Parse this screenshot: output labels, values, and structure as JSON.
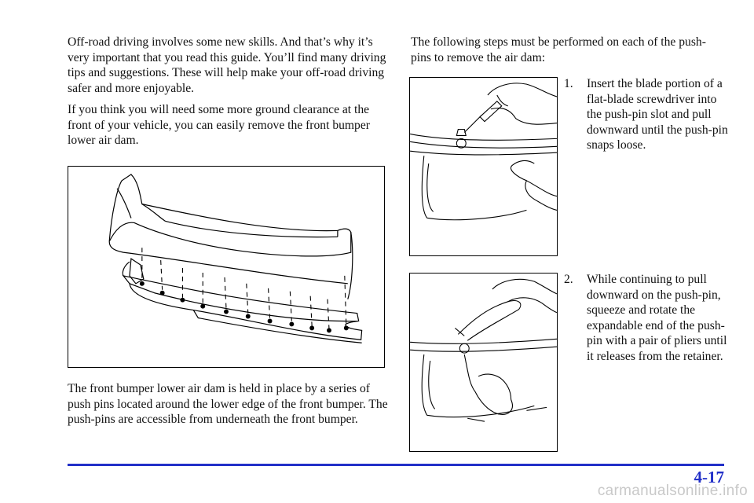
{
  "left_column": {
    "para1": "Off-road driving involves some new skills. And that’s why it’s very important that you read this guide. You’ll find many driving tips and suggestions. These will help make your off-road driving safer and more enjoyable.",
    "para2": "If you think you will need some more ground clearance at the front of your vehicle, you can easily remove the front bumper lower air dam.",
    "para3": "The front bumper lower air dam is held in place by a series of push pins located around the lower edge of the front bumper. The push-pins are accessible from underneath the front bumper."
  },
  "right_column": {
    "intro": "The following steps must be performed on each of the push-pins to remove the air dam:",
    "steps": [
      {
        "number": "1.",
        "text": "Insert the blade portion of a flat-blade screwdriver into the push-pin slot and pull downward until the push-pin snaps loose."
      },
      {
        "number": "2.",
        "text": "While continuing to pull downward on the push-pin, squeeze and rotate the expandable end of the push-pin with a pair of pliers until it releases from the retainer."
      }
    ]
  },
  "figures": {
    "bumper": "front-bumper-air-dam-illustration",
    "step1": "screwdriver-push-pin-illustration",
    "step2": "pliers-push-pin-illustration"
  },
  "footer": {
    "page_number": "4-17",
    "watermark": "carmanualsonline.info"
  },
  "colors": {
    "accent": "#2230c8",
    "watermark": "#c9c9c9"
  }
}
